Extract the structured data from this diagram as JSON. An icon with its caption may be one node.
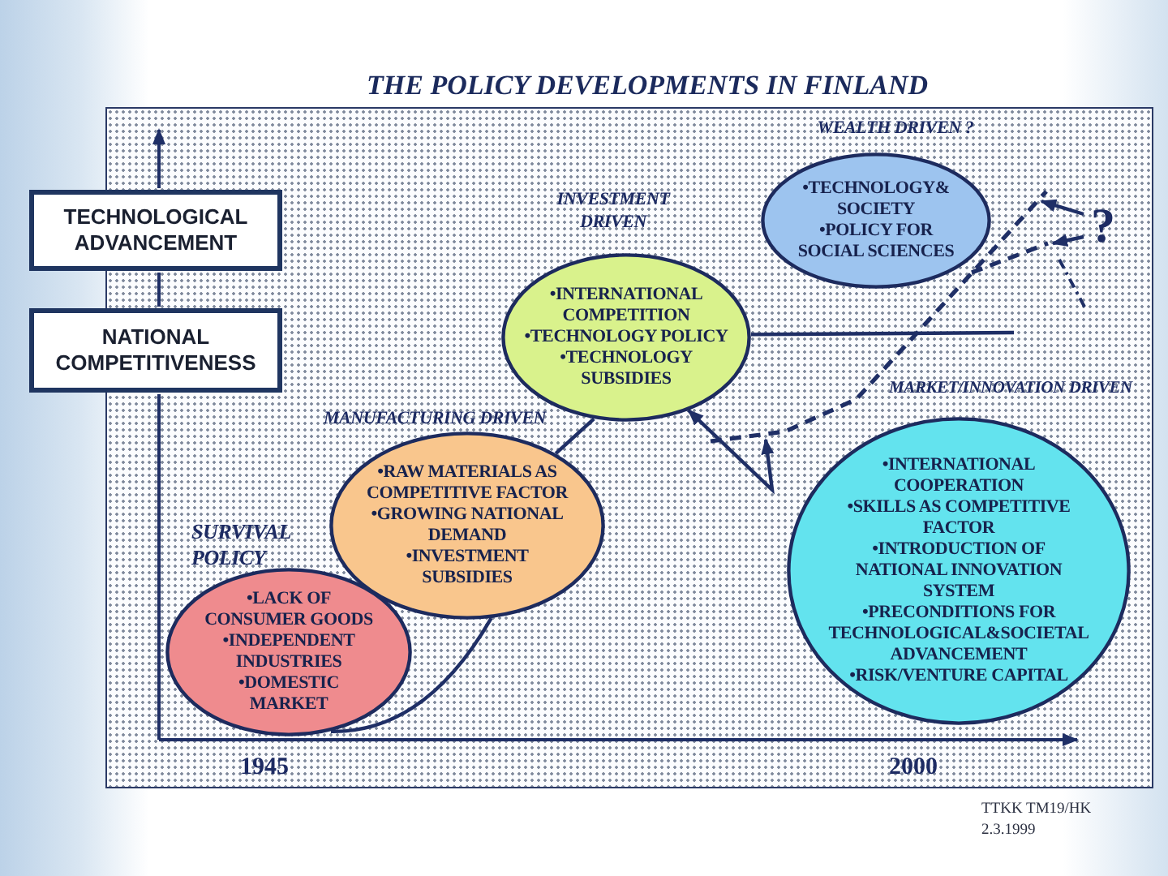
{
  "diagram": {
    "title": "THE POLICY DEVELOPMENTS IN FINLAND",
    "nodes": [
      {
        "text": [
          "WEALTH DRIVEN ?",
          "•TECHNOLOGY& SOCIETY",
          "•POLICY FOR SOCIAL SCIENCES"
        ]
      },
      {
        "text": [
          "TECHNOLOGICAL ADVANCEMENT"
        ]
      },
      {
        "text": [
          "INVESTMENT DRIVEN",
          "•INTERNATIONAL COMPETITION",
          "•TECHNOLOGY POLICY",
          "•TECHNOLOGY SUBSIDIES"
        ]
      },
      {
        "text": [
          "?"
        ]
      },
      {
        "text": [
          "NATIONAL COMPETITIVENESS"
        ]
      },
      {
        "text": [
          "MANUFACTURING DRIVEN",
          "•RAW MATERIALS AS COMPETITIVE FACTOR",
          "•GROWING NATIONAL DEMAND",
          "•INVESTMENT SUBSIDIES"
        ]
      },
      {
        "text": [
          "MARKET/INNOVATION DRIVEN",
          "•INTERNATIONAL COOPERATION",
          "•SKILLS AS COMPETITIVE FACTOR",
          "•INTRODUCTION OF NATIONAL INNOVATION SYSTEM",
          "•PRECONDITIONS FOR TECHNOLOGICAL&SOCIETAL ADVANCEMENT",
          "•RISK/VENTURE CAPITAL"
        ]
      },
      {
        "text": [
          "SURVIVAL POLICY",
          "•LACK OF CONSUMER GOODS",
          "•INDEPENDENT INDUSTRIES",
          "•DOMESTIC MARKET"
        ]
      }
    ],
    "edges": [
      {
        "from": 7,
        "to": 5,
        "arrow": "none"
      },
      {
        "from": 5,
        "to": 2,
        "arrow": "none"
      },
      {
        "from": 2,
        "to": null,
        "arrow": "none"
      },
      {
        "from": 2,
        "to": null,
        "arrow": "both"
      },
      {
        "from": 3,
        "to": null,
        "arrow": "to"
      },
      {
        "from": 3,
        "to": null,
        "arrow": "to"
      }
    ],
    "labels": [
      "1945",
      "2000",
      "TTKK TM19/HK",
      "2.3.1999"
    ]
  }
}
